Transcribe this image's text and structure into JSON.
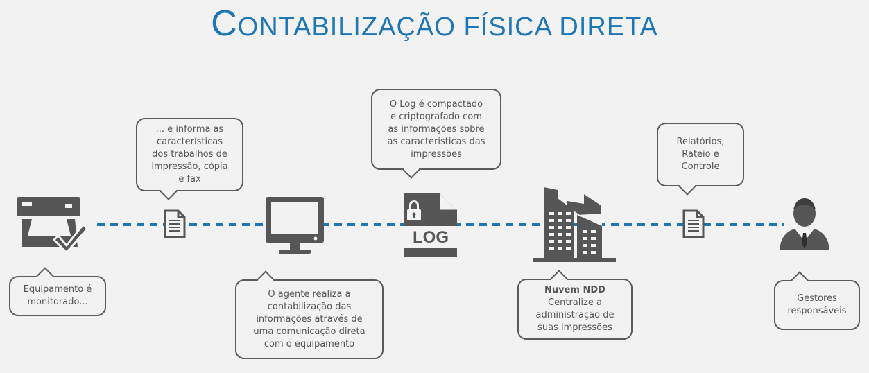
{
  "title": {
    "first_letter": "C",
    "rest": "ONTABILIZAÇÃO FÍSICA DIRETA"
  },
  "colors": {
    "accent": "#1f76b4",
    "icon": "#565656",
    "background": "#f2f2f2"
  },
  "icons": [
    "printer-check-icon",
    "document-icon",
    "monitor-icon",
    "log-file-lock-icon",
    "building-icon",
    "document-icon",
    "user-icon"
  ],
  "steps": {
    "equipment": "Equipamento é\nmonitorado...",
    "informs": "... e informa as\ncaracterísticas\ndos trabalhos de\nimpressão, cópia\ne fax",
    "agent": "O agente realiza a\ncontabilização das\ninformações através de\numa comunicação direta\ncom o equipamento",
    "log_label": "LOG",
    "log": "O Log é compactado\ne criptografado com\nas informações sobre\nas características das\nimpressões",
    "cloud_title": "Nuvem NDD",
    "cloud": "Centralize a\nadministração de\nsuas impressões",
    "reports": "Relatórios,\nRateio e\nControle",
    "managers": "Gestores\nresponsáveis"
  }
}
